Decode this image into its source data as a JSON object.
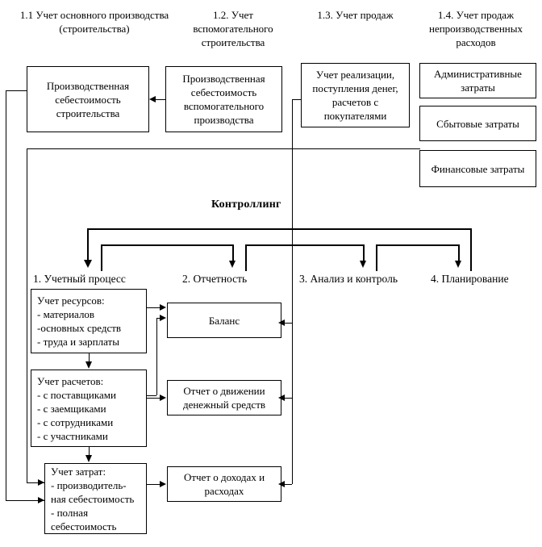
{
  "title": "Контроллинг",
  "column_headers": [
    {
      "id": "h11",
      "text": "1.1 Учет основного производства (строительства)"
    },
    {
      "id": "h12",
      "text": "1.2. Учет вспомогательного строительства"
    },
    {
      "id": "h13",
      "text": "1.3. Учет продаж"
    },
    {
      "id": "h14",
      "text": "1.4. Учет продаж непроизводственных расходов"
    }
  ],
  "top_boxes": [
    {
      "id": "b11",
      "text": "Производственная себестоимость строительства"
    },
    {
      "id": "b12",
      "text": "Производственная себестоимость вспомогательного производства"
    },
    {
      "id": "b13",
      "text": "Учет реализации, поступления денег, расчетов с покупателями"
    },
    {
      "id": "b14a",
      "text": "Административные затраты"
    },
    {
      "id": "b14b",
      "text": "Сбытовые затраты"
    },
    {
      "id": "b14c",
      "text": "Финансовые затраты"
    }
  ],
  "controlling": {
    "label": "Контроллинг",
    "functions": [
      {
        "id": "f1",
        "text": "1.   Учетный процесс"
      },
      {
        "id": "f2",
        "text": "2. Отчетность"
      },
      {
        "id": "f3",
        "text": "3. Анализ и контроль"
      },
      {
        "id": "f4",
        "text": "4. Планирование"
      }
    ]
  },
  "process_boxes": [
    {
      "id": "p1",
      "lines": [
        "Учет ресурсов:",
        "- материалов",
        "-основных средств",
        "- труда и зарплаты"
      ]
    },
    {
      "id": "p2",
      "lines": [
        "Учет расчетов:",
        "- с поставщиками",
        "- с заемщиками",
        "- с сотрудниками",
        "- с участниками"
      ]
    },
    {
      "id": "p3",
      "lines": [
        "Учет затрат:",
        "- производитель-",
        "ная себестоимость",
        "- полная",
        "себестоимость"
      ]
    }
  ],
  "report_boxes": [
    {
      "id": "r1",
      "text": "Баланс"
    },
    {
      "id": "r2",
      "text": "Отчет о движении денежный средств"
    },
    {
      "id": "r3",
      "text": "Отчет о доходах и расходах"
    }
  ],
  "colors": {
    "line": "#000000",
    "background": "#ffffff",
    "text": "#000000"
  }
}
